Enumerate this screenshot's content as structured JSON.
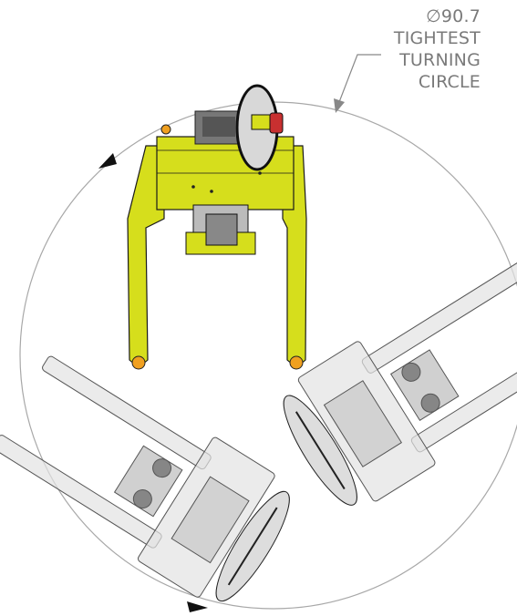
{
  "annotation": {
    "diameter": "∅90.7",
    "line1": "TIGHTEST",
    "line2": "TURNING",
    "line3": "CIRCLE"
  },
  "colors": {
    "truck_body": "#d6de1c",
    "truck_outline": "#1a1a1a",
    "ghost_body": "#d9d9d9",
    "circle": "#9a9a9a",
    "label": "#7a7a7a",
    "wheel": "#f0a020"
  }
}
